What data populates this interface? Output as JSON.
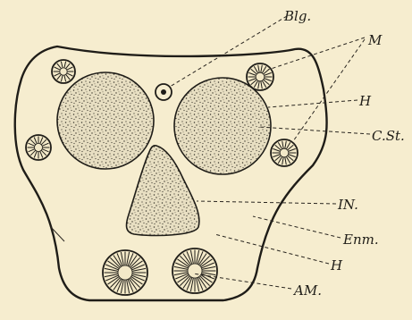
{
  "labels": {
    "blg": "Blg.",
    "m": "M",
    "h_upper": "H",
    "cst": "C.St.",
    "in": "IN.",
    "enm": "Enm.",
    "h_lower": "H",
    "am": "AM."
  },
  "colors": {
    "paper": "#f6edcf",
    "ink": "#1f1d18",
    "stipple_fill": "#e4dbbf"
  }
}
